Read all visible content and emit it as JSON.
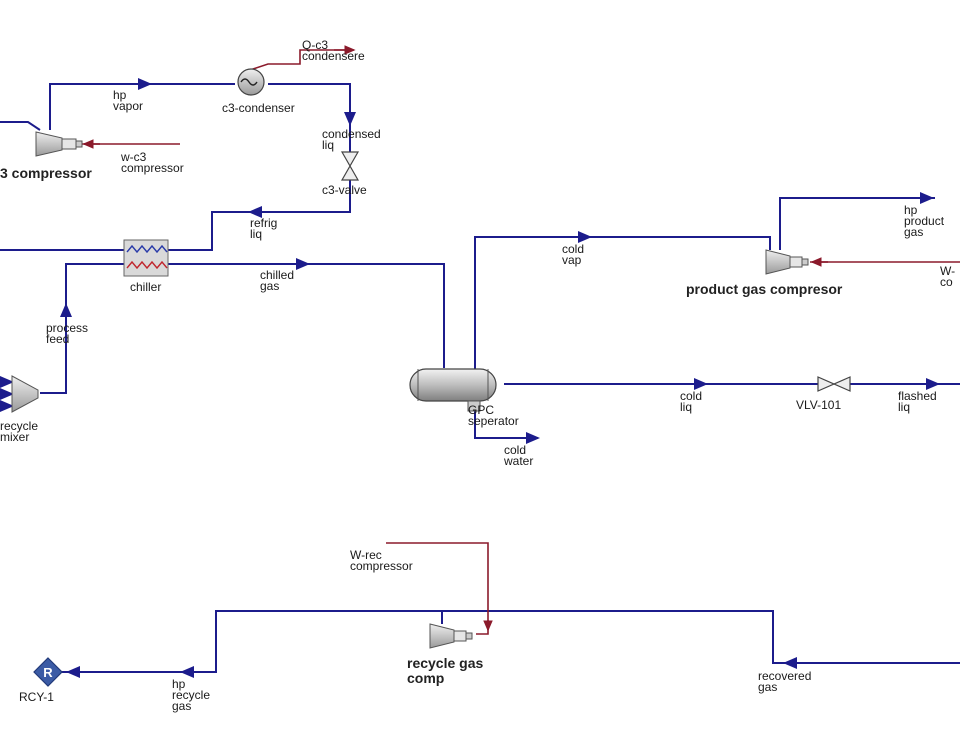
{
  "labels": {
    "q_c3_condensere": "Q-c3\ncondensere",
    "hp_vapor": "hp\nvapor",
    "c3_condenser": "c3-condenser",
    "condensed_liq": "condensed\nliq",
    "c3_compressor": "3 compressor",
    "w_c3_compressor": "w-c3\ncompressor",
    "c3_valve": "c3-valve",
    "refrig_liq": "refrig\nliq",
    "chiller": "chiller",
    "chilled_gas": "chilled\ngas",
    "process_feed": "process\nfeed",
    "recycle_mixer": "recycle\nmixer",
    "cold_vap": "cold\nvap",
    "hp_product_gas": "hp\nproduct\ngas",
    "product_gas_compresor": "product gas compresor",
    "w_prod": "W-\nco",
    "cold_liq": "cold\nliq",
    "vlv_101": "VLV-101",
    "flashed_liq": "flashed\nliq",
    "gpc_seperator": "GPC\nseperator",
    "cold_water": "cold\nwater",
    "w_rec_compressor": "W-rec\ncompressor",
    "recycle_gas_comp": "recycle gas\ncomp",
    "rcy_1": "RCY-1",
    "hp_recycle_gas": "hp\nrecycle\ngas",
    "recovered_gas": "recovered\ngas",
    "recycle_symbol": "R"
  },
  "colors": {
    "material_stream": "#1c1c8c",
    "energy_stream": "#8b1a2b",
    "equipment_fill": "#d9d9d9",
    "equipment_stroke": "#555555",
    "recycle_fill": "#3b5ba5"
  }
}
